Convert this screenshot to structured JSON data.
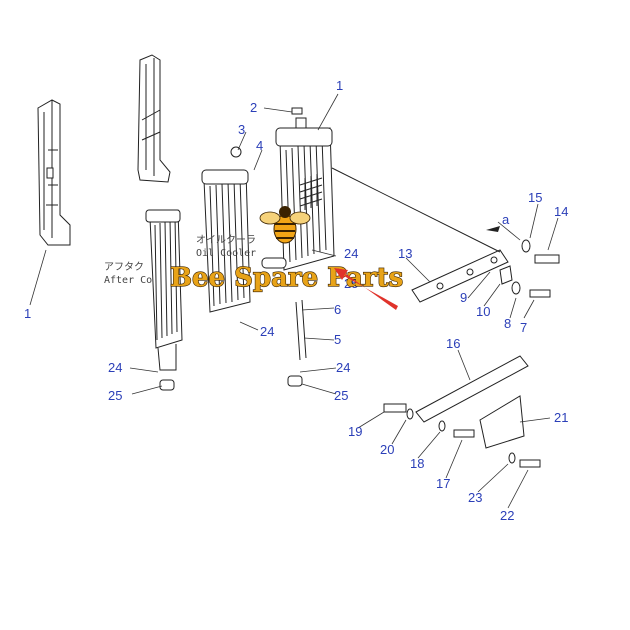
{
  "logo": {
    "name": "Bee Spare Parts",
    "accent_color": "#f2a516",
    "arrow_color": "#e0332b"
  },
  "part_labels": {
    "oil_cooler_jp": "オイルクーラ",
    "oil_cooler_en": "Oil Cooler",
    "after_cooler_jp": "アフタク",
    "after_cooler_en": "After Co"
  },
  "callouts": {
    "c1_left": "1",
    "c1_top": "1",
    "c2": "2",
    "c3": "3",
    "c4": "4",
    "c5": "5",
    "c6": "6",
    "c7": "7",
    "c8": "8",
    "c9": "9",
    "c10": "10",
    "c13": "13",
    "c14": "14",
    "c15": "15",
    "c16": "16",
    "c17": "17",
    "c18": "18",
    "c19": "19",
    "c20": "20",
    "c21": "21",
    "c22": "22",
    "c23": "23",
    "c24_a": "24",
    "c24_b": "24",
    "c24_c": "24",
    "c24_d": "24",
    "c25_a": "25",
    "c25_b": "25",
    "c25_c": "25",
    "view_a": "a"
  },
  "colors": {
    "callout": "#2b3fb8",
    "linework": "#222222"
  }
}
